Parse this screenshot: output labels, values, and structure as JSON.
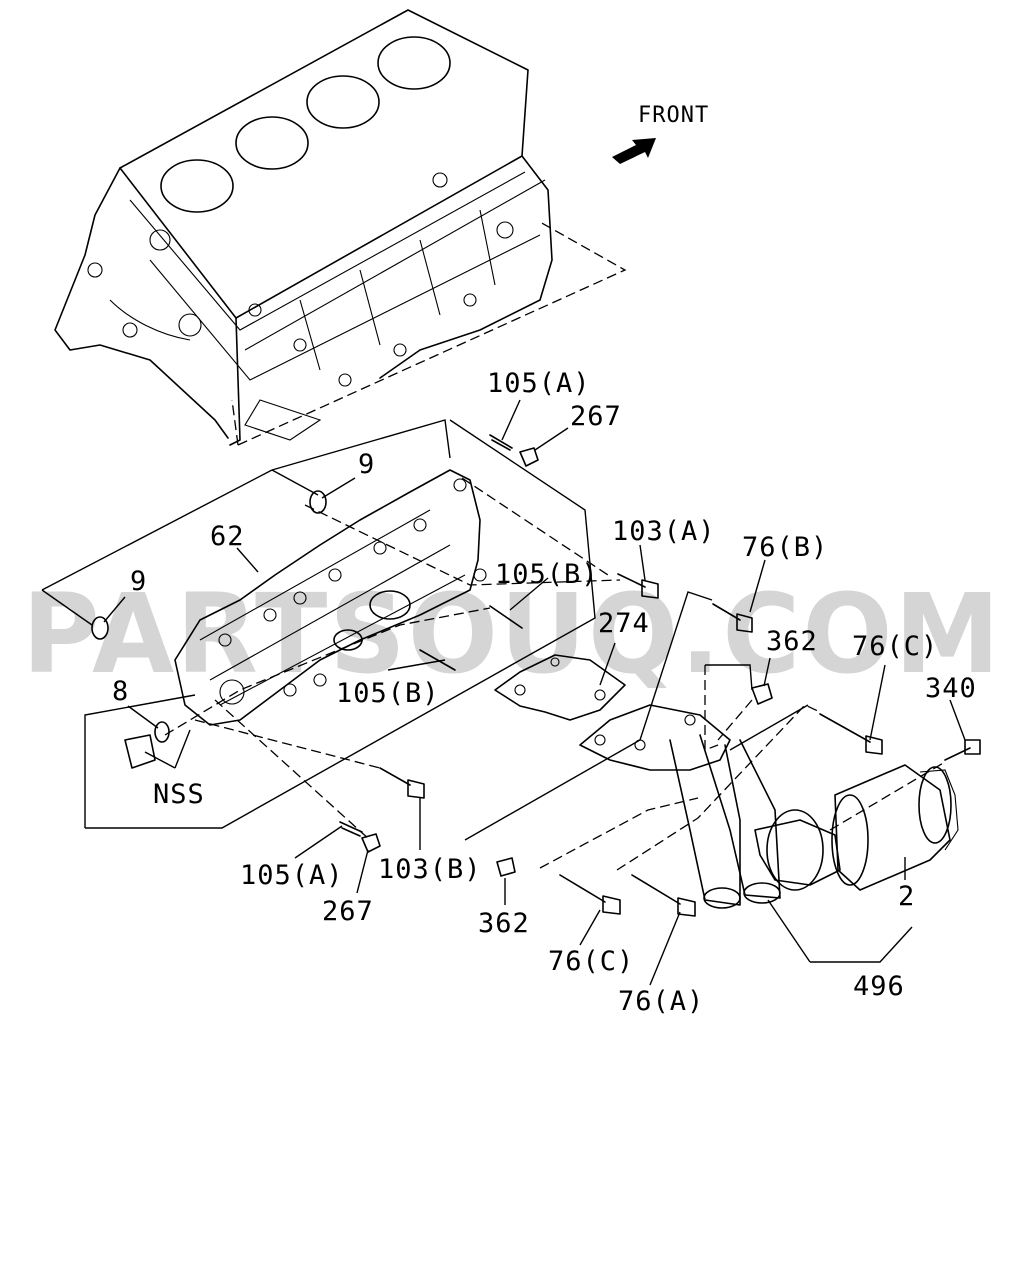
{
  "direction_label": "FRONT",
  "watermark": "PARTSOUQ.COM",
  "callouts": {
    "c105a_top": "105(A)",
    "c267_top": "267",
    "c9_upper": "9",
    "c62": "62",
    "c103a": "103(A)",
    "c76b": "76(B)",
    "c105b_right": "105(B)",
    "c9_left": "9",
    "c274": "274",
    "c362_top": "362",
    "c76c_right": "76(C)",
    "c340": "340",
    "c8": "8",
    "c105b_lower": "105(B)",
    "cnss": "NSS",
    "c105a_bottom": "105(A)",
    "c103b": "103(B)",
    "c267_bottom": "267",
    "c362_bottom": "362",
    "c76c_bottom": "76(C)",
    "c76a": "76(A)",
    "c2": "2",
    "c496": "496"
  },
  "icons": {
    "front_arrow": "front-arrow-icon"
  }
}
